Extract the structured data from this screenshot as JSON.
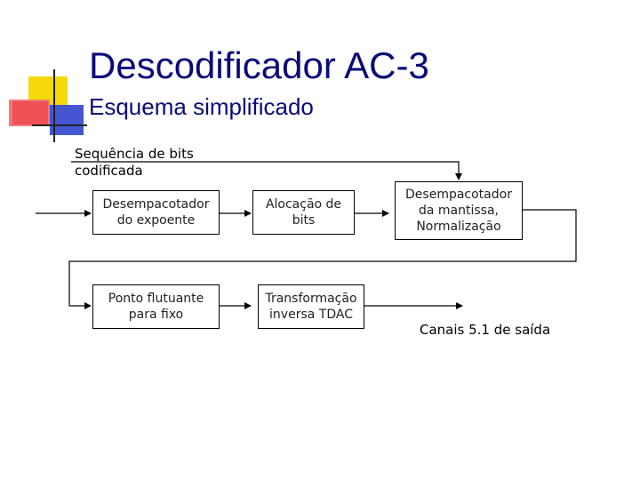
{
  "slide": {
    "title": "Descodificador AC-3",
    "subtitle": "Esquema simplificado"
  },
  "diagram": {
    "input_label_line1": "Sequência de bits",
    "input_label_line2": "codificada",
    "blocks": {
      "exponent_unpacker": {
        "line1": "Desempacotador",
        "line2": "do expoente"
      },
      "bit_allocation": {
        "line1": "Alocação de",
        "line2": "bits"
      },
      "mantissa_unpacker": {
        "line1": "Desempacotador",
        "line2": "da mantissa,",
        "line3": "Normalização"
      },
      "float_to_fixed": {
        "line1": "Ponto flutuante",
        "line2": "para fixo"
      },
      "inverse_tdac": {
        "line1": "Transformação",
        "line2": "inversa TDAC"
      }
    },
    "output_label": "Canais 5.1 de saída"
  },
  "colors": {
    "title": "#0a0a7a",
    "deco_yellow": "#f5d90a",
    "deco_red": "#e8262b",
    "deco_blue": "#3a4ccf"
  }
}
